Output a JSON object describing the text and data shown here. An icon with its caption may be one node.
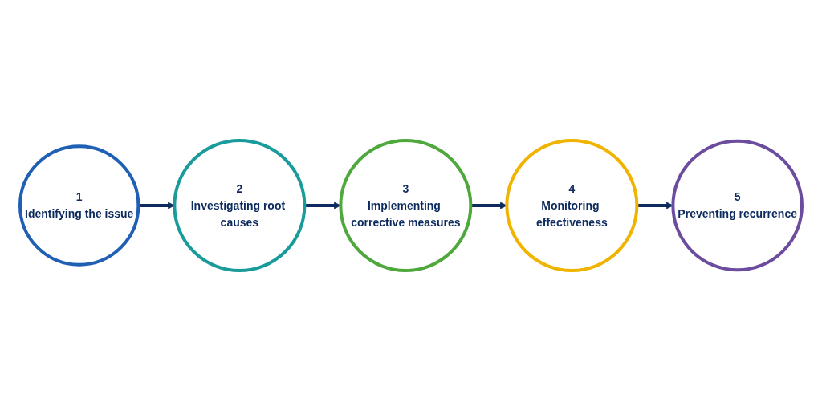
{
  "diagram": {
    "nodes": [
      {
        "text": [
          "1",
          "Identifying the issue"
        ]
      },
      {
        "text": [
          "2",
          "Investigating root causes"
        ]
      },
      {
        "text": [
          "3",
          "Implementing corrective measures"
        ]
      },
      {
        "text": [
          "4",
          "Monitoring effectiveness"
        ]
      },
      {
        "text": [
          "5",
          "Preventing recurrence"
        ]
      }
    ],
    "edges": [
      {
        "from": 0,
        "to": 1,
        "arrow": "to"
      },
      {
        "from": 1,
        "to": 2,
        "arrow": "to"
      },
      {
        "from": 2,
        "to": 3,
        "arrow": "to"
      },
      {
        "from": 3,
        "to": 4,
        "arrow": "to"
      }
    ]
  }
}
